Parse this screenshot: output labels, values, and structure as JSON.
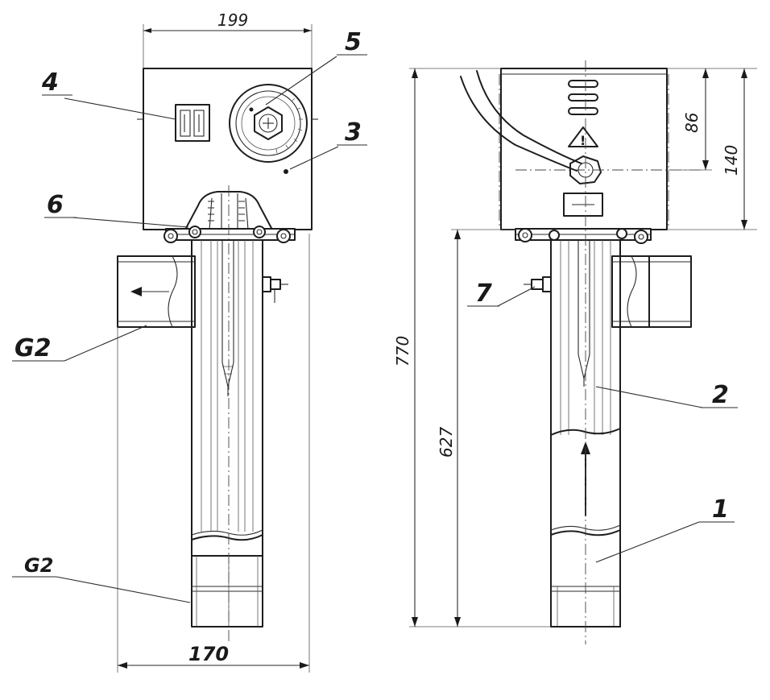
{
  "callouts": {
    "c1": "1",
    "c2": "2",
    "c3": "3",
    "c4": "4",
    "c5": "5",
    "c6": "6",
    "c7": "7",
    "g2_side": "G2",
    "g2_bottom": "G2"
  },
  "dimensions": {
    "top_width": "199",
    "bottom_width": "170",
    "total_height": "770",
    "tube_height": "627",
    "box_height": "140",
    "inlet_height": "86"
  },
  "symbols": {
    "warning_mark": "!"
  }
}
